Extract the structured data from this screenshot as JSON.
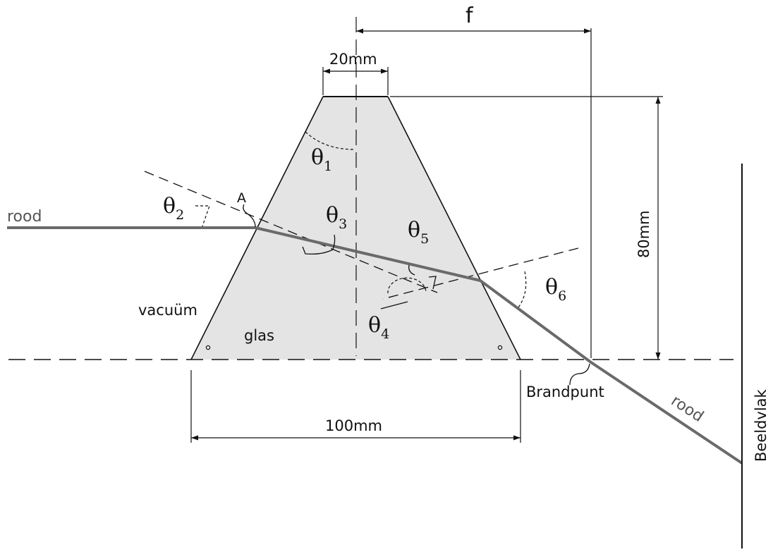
{
  "labels": {
    "f": "f",
    "top_width": "20mm",
    "height": "80mm",
    "base_width": "100mm",
    "point_a": "A",
    "ray_in": "rood",
    "ray_out": "rood",
    "medium_outside": "vacuüm",
    "medium_inside": "glas",
    "focal_point": "Brandpunt",
    "image_plane": "Beeldvlak"
  },
  "angles": [
    {
      "symbol": "θ",
      "sub": "1"
    },
    {
      "symbol": "θ",
      "sub": "2"
    },
    {
      "symbol": "θ",
      "sub": "3"
    },
    {
      "symbol": "θ",
      "sub": "4"
    },
    {
      "symbol": "θ",
      "sub": "5"
    },
    {
      "symbol": "θ",
      "sub": "6"
    }
  ],
  "colors": {
    "glass_fill": "#e4e4e4",
    "ray": "#6a6a6a",
    "line": "#111111"
  }
}
